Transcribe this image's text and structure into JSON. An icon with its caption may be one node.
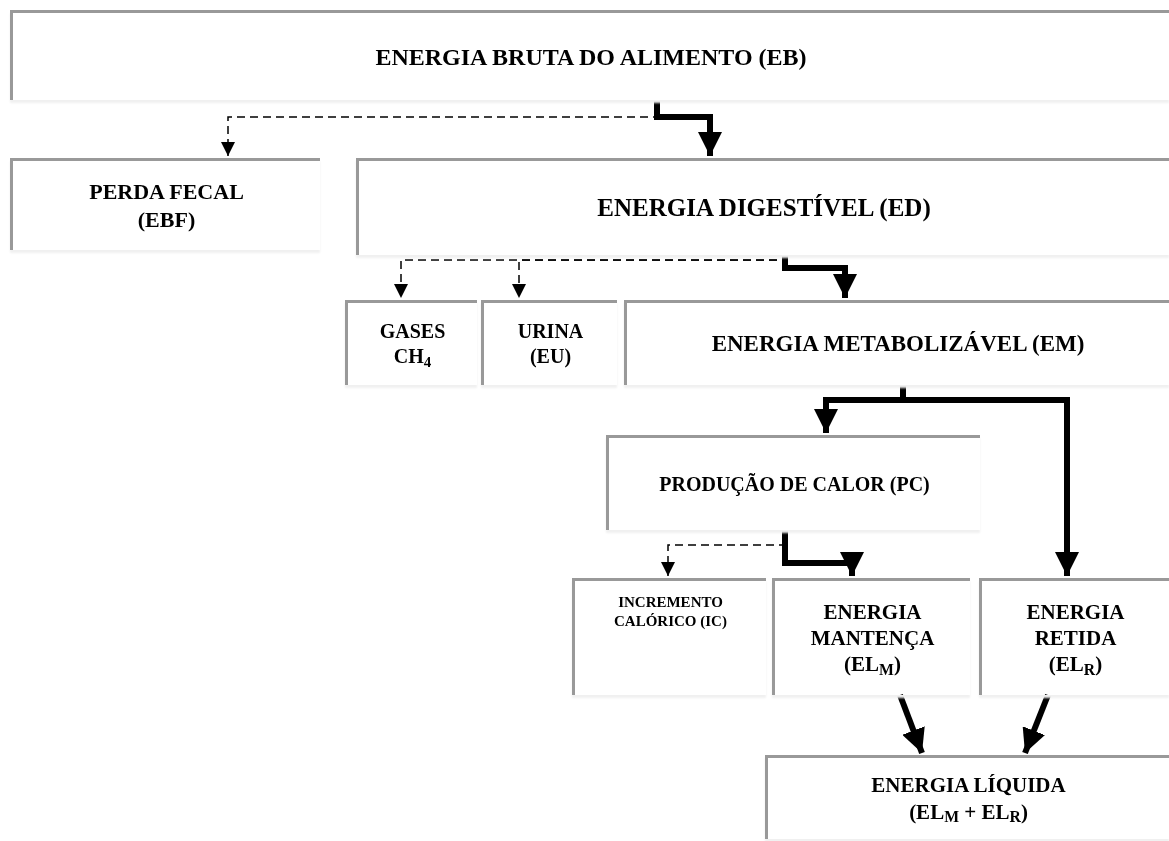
{
  "diagram": {
    "nodes": [
      {
        "text": [
          "ENERGIA BRUTA DO ALIMENTO (EB)"
        ]
      },
      {
        "text": [
          "PERDA FECAL (EBF)"
        ]
      },
      {
        "text": [
          "ENERGIA DIGESTÍVEL (ED)"
        ]
      },
      {
        "text": [
          "GASES CH$_{4}$"
        ]
      },
      {
        "text": [
          "URINA (EU)"
        ]
      },
      {
        "text": [
          "ENERGIA METABOLIZÁVEL (EM)"
        ]
      },
      {
        "text": [
          "PRODUÇÃO DE CALOR (PC)"
        ]
      },
      {
        "text": [
          "INCREMENTO CALÓRICO (IC)"
        ]
      },
      {
        "text": [
          "ENERGIA MANTENÇA (EL$_{M}$)"
        ]
      },
      {
        "text": [
          "ENERGIA RETIDA (EL$_{R}$)"
        ]
      },
      {
        "text": [
          "ENERGIA LÍQUIDA (EL$_{M}$ + EL$_{R}$)"
        ]
      }
    ],
    "edges": [
      {
        "from": 0,
        "to": 1,
        "arrow": "to",
        "style": "dashed"
      },
      {
        "from": 0,
        "to": 2,
        "arrow": "to"
      },
      {
        "from": 2,
        "to": 3,
        "arrow": "to",
        "style": "dashed"
      },
      {
        "from": 2,
        "to": 4,
        "arrow": "to",
        "style": "dashed"
      },
      {
        "from": 2,
        "to": 5,
        "arrow": "to"
      },
      {
        "from": 5,
        "to": 6,
        "arrow": "to"
      },
      {
        "from": 5,
        "to": 9,
        "arrow": "to"
      },
      {
        "from": 6,
        "to": 7,
        "arrow": "to",
        "style": "dashed"
      },
      {
        "from": 6,
        "to": 8,
        "arrow": "to"
      },
      {
        "from": 8,
        "to": 10,
        "arrow": "to"
      },
      {
        "from": 9,
        "to": 10,
        "arrow": "to"
      }
    ]
  }
}
